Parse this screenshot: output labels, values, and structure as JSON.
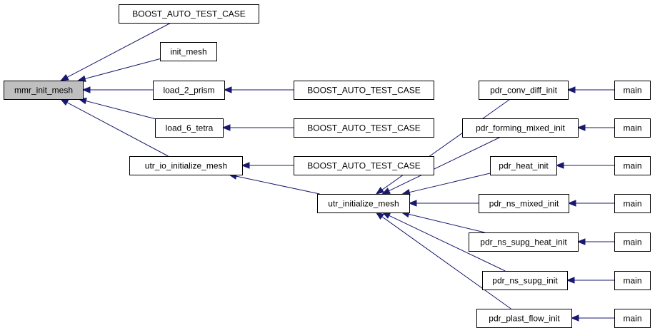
{
  "graph": {
    "nodes": {
      "mmr_init_mesh": "mmr_init_mesh",
      "boost_1": "BOOST_AUTO_TEST_CASE",
      "init_mesh": "init_mesh",
      "load_2_prism": "load_2_prism",
      "load_6_tetra": "load_6_tetra",
      "utr_io_initialize_mesh": "utr_io_initialize_mesh",
      "boost_2": "BOOST_AUTO_TEST_CASE",
      "boost_3": "BOOST_AUTO_TEST_CASE",
      "boost_4": "BOOST_AUTO_TEST_CASE",
      "utr_initialize_mesh": "utr_initialize_mesh",
      "pdr_conv_diff_init": "pdr_conv_diff_init",
      "pdr_forming_mixed_init": "pdr_forming_mixed_init",
      "pdr_heat_init": "pdr_heat_init",
      "pdr_ns_mixed_init": "pdr_ns_mixed_init",
      "pdr_ns_supg_heat_init": "pdr_ns_supg_heat_init",
      "pdr_ns_supg_init": "pdr_ns_supg_init",
      "pdr_plast_flow_init": "pdr_plast_flow_init",
      "main_1": "main",
      "main_2": "main",
      "main_3": "main",
      "main_4": "main",
      "main_5": "main",
      "main_6": "main",
      "main_7": "main"
    },
    "edges": [
      {
        "from": "boost_1",
        "to": "mmr_init_mesh"
      },
      {
        "from": "init_mesh",
        "to": "mmr_init_mesh"
      },
      {
        "from": "load_2_prism",
        "to": "mmr_init_mesh"
      },
      {
        "from": "load_6_tetra",
        "to": "mmr_init_mesh"
      },
      {
        "from": "utr_io_initialize_mesh",
        "to": "mmr_init_mesh"
      },
      {
        "from": "boost_2",
        "to": "load_2_prism"
      },
      {
        "from": "boost_3",
        "to": "load_6_tetra"
      },
      {
        "from": "boost_4",
        "to": "utr_io_initialize_mesh"
      },
      {
        "from": "utr_initialize_mesh",
        "to": "utr_io_initialize_mesh"
      },
      {
        "from": "pdr_conv_diff_init",
        "to": "utr_initialize_mesh"
      },
      {
        "from": "pdr_forming_mixed_init",
        "to": "utr_initialize_mesh"
      },
      {
        "from": "pdr_heat_init",
        "to": "utr_initialize_mesh"
      },
      {
        "from": "pdr_ns_mixed_init",
        "to": "utr_initialize_mesh"
      },
      {
        "from": "pdr_ns_supg_heat_init",
        "to": "utr_initialize_mesh"
      },
      {
        "from": "pdr_ns_supg_init",
        "to": "utr_initialize_mesh"
      },
      {
        "from": "pdr_plast_flow_init",
        "to": "utr_initialize_mesh"
      },
      {
        "from": "main_1",
        "to": "pdr_conv_diff_init"
      },
      {
        "from": "main_2",
        "to": "pdr_forming_mixed_init"
      },
      {
        "from": "main_3",
        "to": "pdr_heat_init"
      },
      {
        "from": "main_4",
        "to": "pdr_ns_mixed_init"
      },
      {
        "from": "main_5",
        "to": "pdr_ns_supg_heat_init"
      },
      {
        "from": "main_6",
        "to": "pdr_ns_supg_init"
      },
      {
        "from": "main_7",
        "to": "pdr_plast_flow_init"
      }
    ]
  },
  "colors": {
    "edge": "#191970",
    "focus_fill": "#bfbfbf",
    "node_fill": "#ffffff",
    "node_stroke": "#000000"
  }
}
